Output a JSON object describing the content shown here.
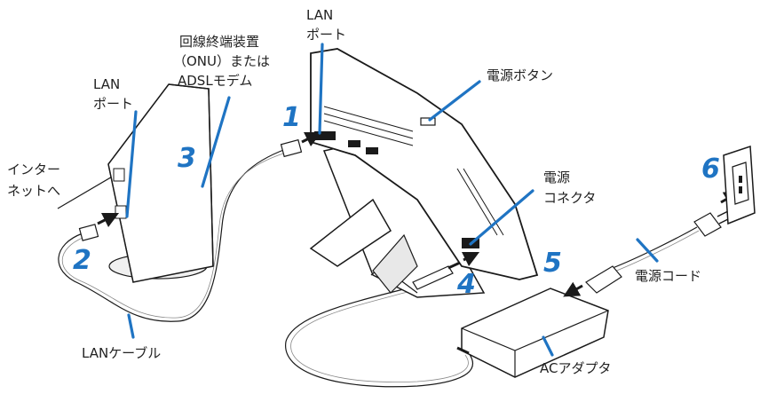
{
  "labels": {
    "internet": [
      "インター",
      "ネットへ"
    ],
    "lan_port_left": [
      "LAN",
      "ポート"
    ],
    "onu": [
      "回線終端装置",
      "（ONU）または",
      "ADSLモデム"
    ],
    "lan_port_top": [
      "LAN",
      "ポート"
    ],
    "power_button": "電源ボタン",
    "power_connector": [
      "電源",
      "コネクタ"
    ],
    "power_cord": "電源コード",
    "lan_cable": "LANケーブル",
    "ac_adapter": "ACアダプタ"
  },
  "steps": [
    "1",
    "2",
    "3",
    "4",
    "5",
    "6"
  ],
  "colors": {
    "accent": "#1f74c3",
    "outline": "#1a1a1a",
    "device_fill": "#ffffff",
    "dark": "#222222"
  }
}
